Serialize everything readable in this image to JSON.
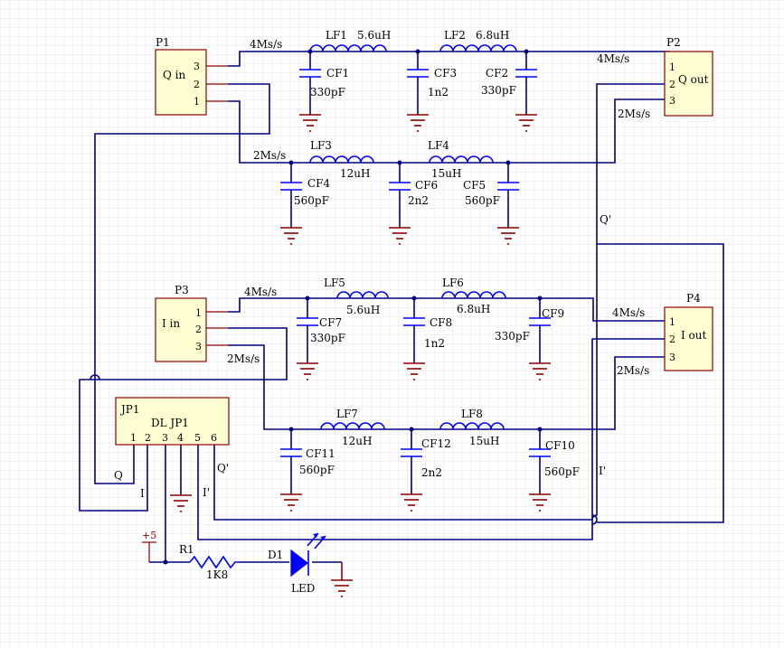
{
  "colors": {
    "background": "#ffffff",
    "grid": "#e4e4ec",
    "wire": "#000080",
    "component": "#0000ff",
    "pin_lead": "#8b0000",
    "connector_fill": "#ffffd2",
    "label_text": "#000000"
  },
  "connectors": {
    "p1": {
      "ref": "P1",
      "name": "Q in",
      "pins": [
        "3",
        "2",
        "1"
      ]
    },
    "p2": {
      "ref": "P2",
      "name": "Q out",
      "pins": [
        "1",
        "2",
        "3"
      ]
    },
    "p3": {
      "ref": "P3",
      "name": "I in",
      "pins": [
        "1",
        "2",
        "3"
      ]
    },
    "p4": {
      "ref": "P4",
      "name": "I out",
      "pins": [
        "1",
        "2",
        "3"
      ]
    },
    "jp1": {
      "ref": "JP1",
      "name": "DL JP1",
      "pins": [
        "1",
        "2",
        "3",
        "4",
        "5",
        "6"
      ]
    }
  },
  "inductors": {
    "lf1": {
      "ref": "LF1",
      "value": "5.6uH"
    },
    "lf2": {
      "ref": "LF2",
      "value": "6.8uH"
    },
    "lf3": {
      "ref": "LF3",
      "value": "12uH"
    },
    "lf4": {
      "ref": "LF4",
      "value": "15uH"
    },
    "lf5": {
      "ref": "LF5",
      "value": "5.6uH"
    },
    "lf6": {
      "ref": "LF6",
      "value": "6.8uH"
    },
    "lf7": {
      "ref": "LF7",
      "value": "12uH"
    },
    "lf8": {
      "ref": "LF8",
      "value": "15uH"
    }
  },
  "capacitors": {
    "cf1": {
      "ref": "CF1",
      "value": "330pF"
    },
    "cf2": {
      "ref": "CF2",
      "value": "330pF"
    },
    "cf3": {
      "ref": "CF3",
      "value": "1n2"
    },
    "cf4": {
      "ref": "CF4",
      "value": "560pF"
    },
    "cf5": {
      "ref": "CF5",
      "value": "560pF"
    },
    "cf6": {
      "ref": "CF6",
      "value": "2n2"
    },
    "cf7": {
      "ref": "CF7",
      "value": "330pF"
    },
    "cf8": {
      "ref": "CF8",
      "value": "1n2"
    },
    "cf9": {
      "ref": "CF9",
      "value": "330pF"
    },
    "cf10": {
      "ref": "CF10",
      "value": "560pF"
    },
    "cf11": {
      "ref": "CF11",
      "value": "560pF"
    },
    "cf12": {
      "ref": "CF12",
      "value": "2n2"
    }
  },
  "resistor": {
    "ref": "R1",
    "value": "1K8"
  },
  "led": {
    "ref": "D1",
    "value": "LED"
  },
  "power": {
    "label": "+5"
  },
  "net_labels": {
    "q_4ms_in": "4Ms/s",
    "q_4ms_out": "4Ms/s",
    "q_2ms_in": "2Ms/s",
    "q_2ms_out": "2Ms/s",
    "i_4ms_in": "4Ms/s",
    "i_4ms_out": "4Ms/s",
    "i_2ms_in": "2Ms/s",
    "i_2ms_out": "2Ms/s",
    "q_prime_right": "Q'",
    "i_prime_right": "I'",
    "q_jp": "Q",
    "i_jp": "I",
    "i_prime_jp": "I'",
    "q_prime_jp": "Q'"
  }
}
